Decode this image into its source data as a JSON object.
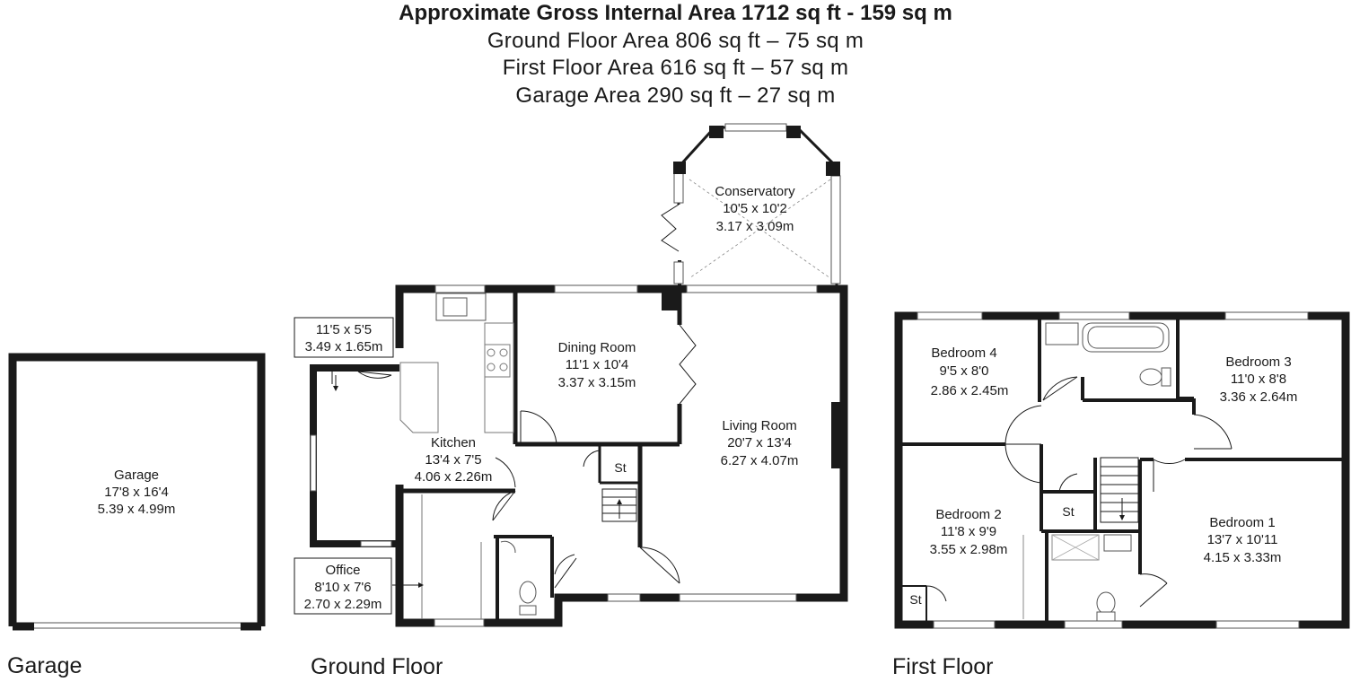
{
  "header": {
    "gross": "Approximate Gross Internal Area 1712 sq ft - 159 sq m",
    "ground": "Ground Floor Area 806 sq ft – 75 sq m",
    "first": "First Floor Area 616 sq ft – 57 sq m",
    "garage": "Garage Area 290 sq ft – 27 sq m"
  },
  "floors": {
    "garage": "Garage",
    "ground": "Ground Floor",
    "first": "First Floor"
  },
  "rooms": {
    "garage": {
      "name": "Garage",
      "imperial": "17'8 x 16'4",
      "metric": "5.39 x 4.99m"
    },
    "utility": {
      "imperial": "11'5 x 5'5",
      "metric": "3.49 x 1.65m"
    },
    "office": {
      "name": "Office",
      "imperial": "8'10 x 7'6",
      "metric": "2.70 x 2.29m"
    },
    "kitchen": {
      "name": "Kitchen",
      "imperial": "13'4 x 7'5",
      "metric": "4.06 x 2.26m"
    },
    "dining": {
      "name": "Dining Room",
      "imperial": "11'1 x 10'4",
      "metric": "3.37 x 3.15m"
    },
    "conservatory": {
      "name": "Conservatory",
      "imperial": "10'5 x 10'2",
      "metric": "3.17 x 3.09m"
    },
    "living": {
      "name": "Living Room",
      "imperial": "20'7 x 13'4",
      "metric": "6.27 x 4.07m"
    },
    "bedroom4": {
      "name": "Bedroom 4",
      "imperial": "9'5 x 8'0",
      "metric": "2.86 x 2.45m"
    },
    "bedroom3": {
      "name": "Bedroom 3",
      "imperial": "11'0 x 8'8",
      "metric": "3.36 x 2.64m"
    },
    "bedroom2": {
      "name": "Bedroom 2",
      "imperial": "11'8 x 9'9",
      "metric": "3.55 x 2.98m"
    },
    "bedroom1": {
      "name": "Bedroom 1",
      "imperial": "13'7 x 10'11",
      "metric": "4.15 x 3.33m"
    }
  },
  "storage": {
    "label": "St"
  }
}
